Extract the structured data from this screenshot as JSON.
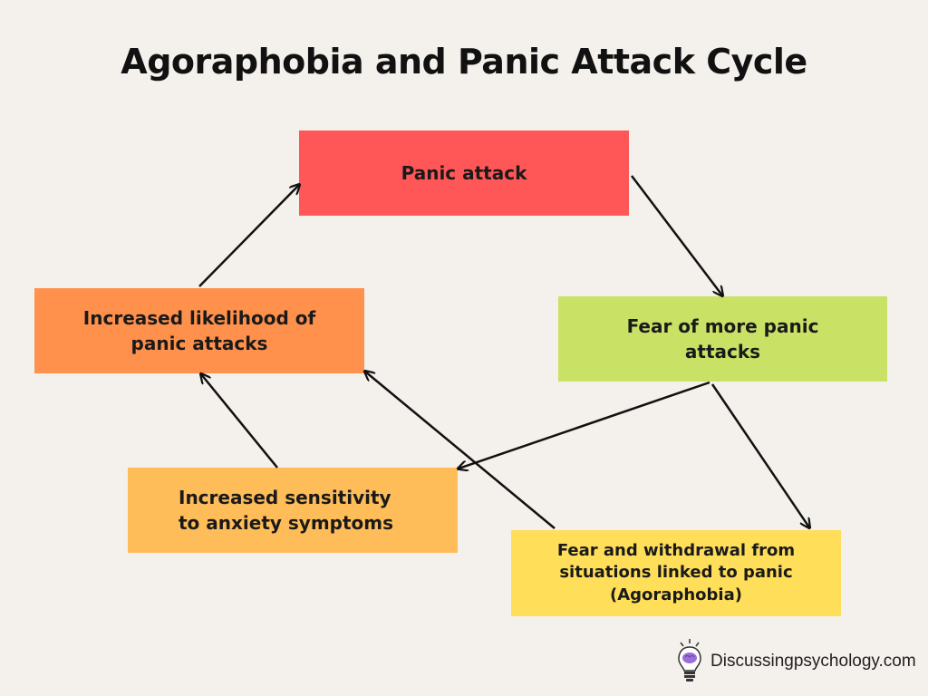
{
  "title": "Agoraphobia and Panic Attack Cycle",
  "nodes": {
    "panic_attack": "Panic attack",
    "fear_more": "Fear of more panic\nattacks",
    "likelihood": "Increased likelihood of\npanic attacks",
    "sensitivity": "Increased sensitivity\nto anxiety symptoms",
    "withdrawal": "Fear and withdrawal from\nsituations linked to panic\n(Agoraphobia)"
  },
  "colors": {
    "background": "#f4f0ec",
    "panic_attack": "#ff5757",
    "fear_more": "#c9e265",
    "likelihood": "#ff914d",
    "sensitivity": "#ffbd59",
    "withdrawal": "#ffde59",
    "arrow": "#111111"
  },
  "footer": {
    "text": "Discussingpsychology.com",
    "icon": "lightbulb-brain-icon"
  }
}
